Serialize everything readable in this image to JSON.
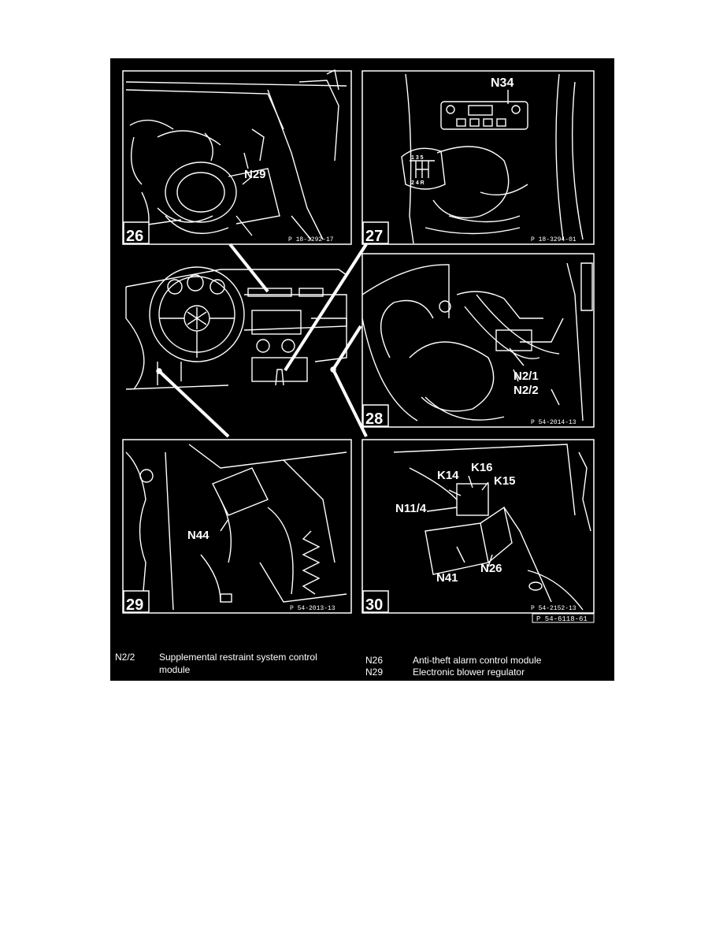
{
  "colors": {
    "background": "#000000",
    "line": "#ffffff",
    "page": "#ffffff"
  },
  "panels": [
    {
      "number": "26",
      "ref": "P 18-3292-17",
      "callouts": [
        "N29"
      ]
    },
    {
      "number": "27",
      "ref": "P 18-3294-01",
      "callouts": [
        "N34"
      ],
      "shift_pattern_top": "1 3 5",
      "shift_pattern_bottom": "2 4 R"
    },
    {
      "number": "28",
      "ref": "P 54-2014-13",
      "callouts": [
        "N2/1",
        "N2/2"
      ]
    },
    {
      "number": "29",
      "ref": "P 54-2013-13",
      "callouts": [
        "N44"
      ]
    },
    {
      "number": "30",
      "ref": "P 54-2152-13",
      "callouts": [
        "K14",
        "K16",
        "K15",
        "N11/4",
        "N26",
        "N41"
      ]
    }
  ],
  "figure_ref": "P 54-6118-61",
  "legend": [
    {
      "code": "N2/2",
      "description_line1": "Supplemental restraint system control",
      "description_line2": "module"
    },
    {
      "code": "N26",
      "description_line1": "Anti-theft alarm control module"
    },
    {
      "code": "N29",
      "description_line1": "Electronic blower regulator"
    }
  ]
}
